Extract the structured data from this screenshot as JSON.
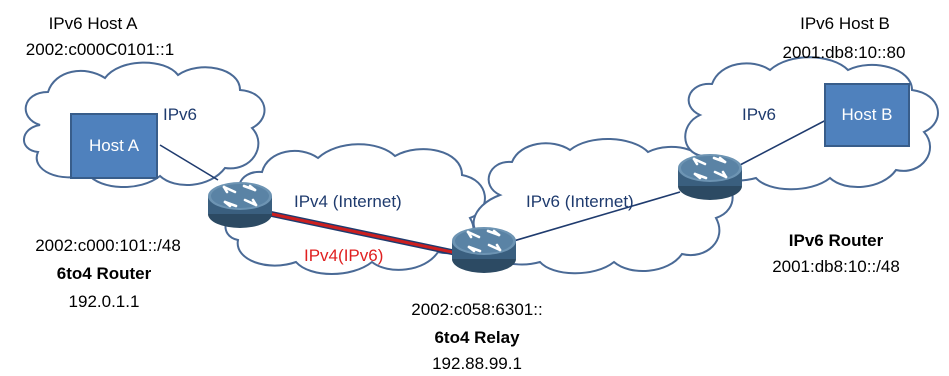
{
  "hosts": {
    "host_a": {
      "title": "IPv6 Host A",
      "address": "2002:c000C0101::1",
      "box_label": "Host A"
    },
    "host_b": {
      "title": "IPv6 Host B",
      "address": "2001:db8:10::80",
      "box_label": "Host B"
    }
  },
  "clouds": {
    "left_ipv6": "IPv6",
    "ipv4_internet": "IPv4 (Internet)",
    "ipv6_internet": "IPv6 (Internet)",
    "right_ipv6": "IPv6"
  },
  "tunnel": {
    "prefix": "IPv4",
    "suffix": "(IPv6)"
  },
  "routers": {
    "sixto4_router": {
      "prefix": "2002:c000:101::/48",
      "name": "6to4 Router",
      "ipv4": "192.0.1.1"
    },
    "sixto4_relay": {
      "prefix": "2002:c058:6301::",
      "name": "6to4 Relay",
      "ipv4": "192.88.99.1"
    },
    "ipv6_router": {
      "name": "IPv6 Router",
      "prefix": "2001:db8:10::/48"
    }
  },
  "colors": {
    "cloud_outline": "#4a6a96",
    "router_body": "#3a5f7f",
    "router_top": "#7fa6c2",
    "host_box": "#4f81bd",
    "tunnel_line": "#cc1f1f",
    "label_blue": "#1f3b6e"
  },
  "icons": [
    "router-icon",
    "host-box",
    "cloud-shape"
  ]
}
